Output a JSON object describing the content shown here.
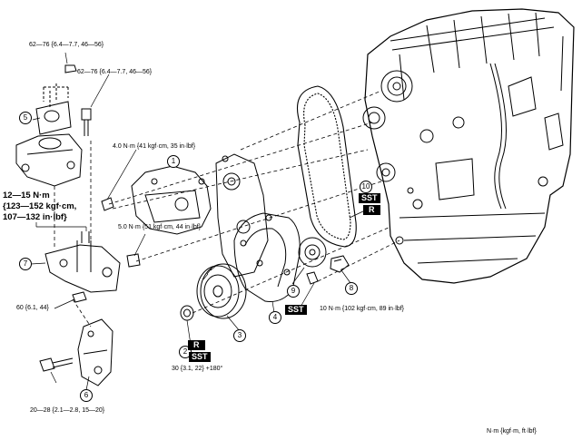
{
  "torque_labels": {
    "top_bolt": "62—76 {6.4—7.7, 46—56}",
    "top_nut": "62—76 {6.4—7.7, 46—56}",
    "cover_upper": "4.0 N·m {41 kgf·cm, 35 in·lbf}",
    "bracket_line1": "12—15 N·m",
    "bracket_line2": "{123—152 kgf·cm,",
    "bracket_line3": "107—132 in·lbf}",
    "cover_lower": "5.0 N·m {51 kgf·cm, 44 in·lbf}",
    "mount_bolt": "60 {6.1, 44}",
    "tensioner_bolt": "10 N·m {102 kgf·cm, 89 in·lbf}",
    "pulley_bolt": "30 {3.1, 22} +180°",
    "bottom_bolt": "20—28 {2.1—2.8, 15—20}"
  },
  "callouts": {
    "c1": "1",
    "c2": "2",
    "c3": "3",
    "c4": "4",
    "c5": "5",
    "c6": "6",
    "c7": "7",
    "c8": "8",
    "c9": "9",
    "c10": "10"
  },
  "badges": {
    "sst_top": "SST",
    "r_top": "R",
    "sst_mid": "SST",
    "r_bottom": "R",
    "sst_bottom": "SST"
  },
  "units_note": "N·m {kgf·m, ft·lbf}"
}
